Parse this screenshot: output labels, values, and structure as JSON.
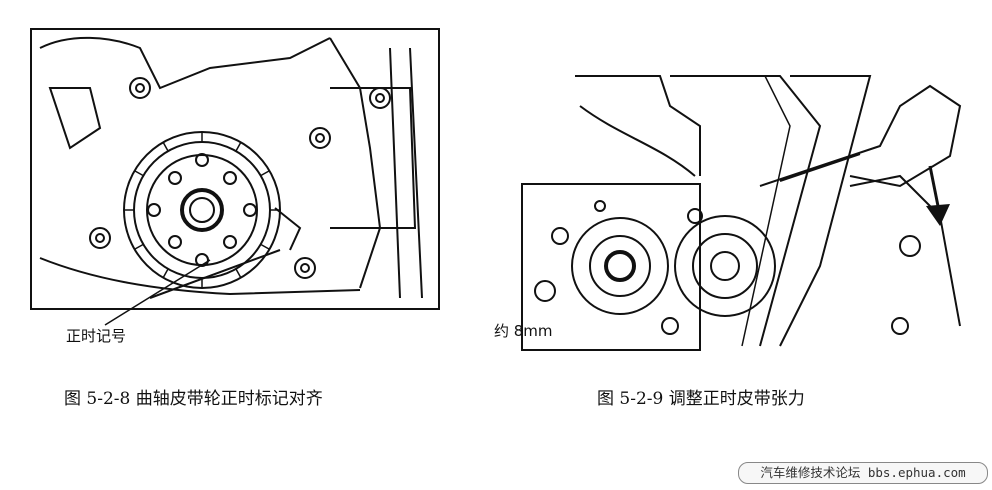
{
  "figures": {
    "left": {
      "callout": "正时记号",
      "caption": "图 5-2-8    曲轴皮带轮正时标记对齐"
    },
    "right": {
      "callout": "约 8mm",
      "caption": "图 5-2-9    调整正时皮带张力"
    }
  },
  "footer": {
    "watermark": "汽车维修技术论坛 bbs.ephua.com"
  }
}
